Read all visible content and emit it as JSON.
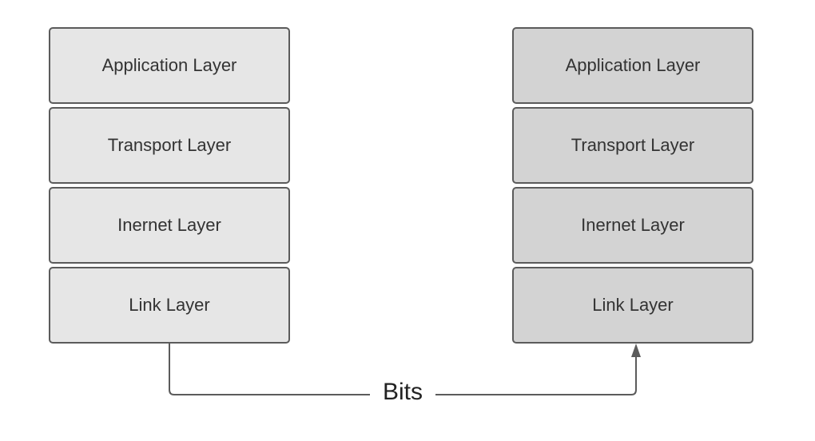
{
  "left_stack": {
    "layers": [
      "Application Layer",
      "Transport Layer",
      "Inernet Layer",
      "Link Layer"
    ]
  },
  "right_stack": {
    "layers": [
      "Application Layer",
      "Transport Layer",
      "Inernet Layer",
      "Link Layer"
    ]
  },
  "connector": {
    "label": "Bits",
    "color": "#5b5b5b"
  },
  "colors": {
    "left_fill": "#e6e6e6",
    "right_fill": "#d3d3d3",
    "border": "#5b5b5b"
  }
}
